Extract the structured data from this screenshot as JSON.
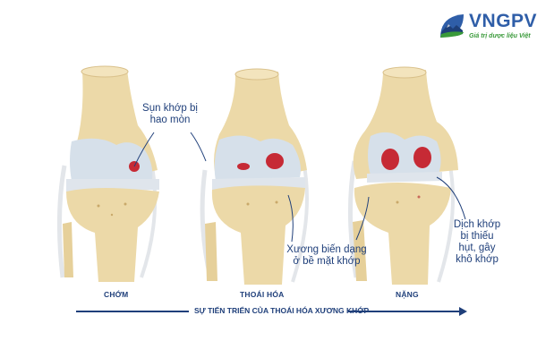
{
  "logo": {
    "brand_part1": "VN",
    "brand_part2": "GPV",
    "tagline": "Giá trị dược liệu Việt",
    "icon": "mountain-leaf-logo-icon",
    "colors": {
      "blue": "#2f5ea8",
      "green": "#3a9a3a"
    }
  },
  "callouts": {
    "cartilage_worn": [
      "Sụn khớp bị",
      "hao mòn"
    ],
    "bone_deformed": [
      "Xương biến dạng",
      "ở bề mặt khớp"
    ],
    "fluid_lacking": [
      "Dịch khớp",
      "bị thiếu",
      "hụt, gây",
      "khô khớp"
    ]
  },
  "stages": [
    {
      "label": "CHỚM"
    },
    {
      "label": "THOÁI HÓA"
    },
    {
      "label": "NẶNG"
    }
  ],
  "progress": {
    "label": "SỰ TIẾN TRIỂN CỦA THOÁI HÓA XƯƠNG KHỚP",
    "color": "#1f3f7a"
  },
  "colors": {
    "bone": "#ecd9a8",
    "bone_shadow": "#c9a96a",
    "cartilage": "#d6e0ea",
    "lesion": "#c62a35",
    "text": "#1f3f7a"
  }
}
